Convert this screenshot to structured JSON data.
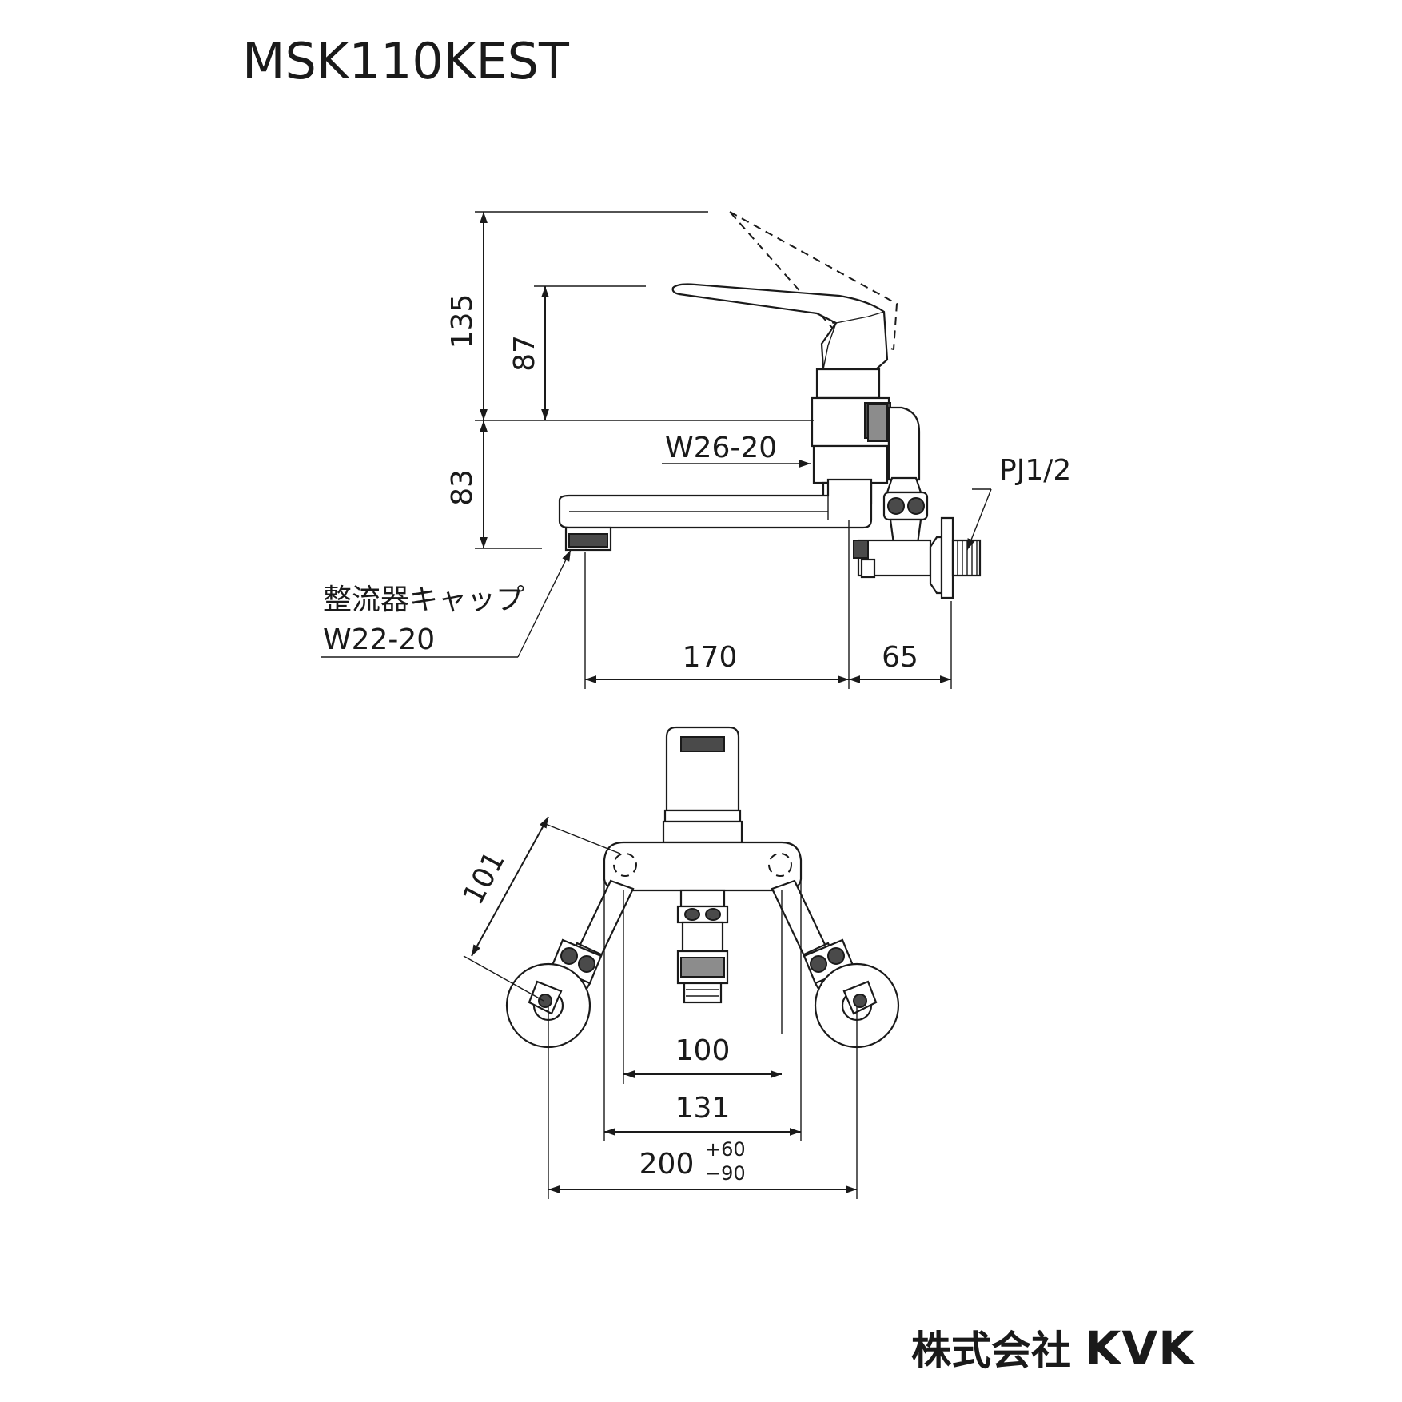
{
  "title": "MSK110KEST",
  "company": {
    "name_jp": "株式会社",
    "brand": "KVK"
  },
  "side_view": {
    "dim_135": "135",
    "dim_87": "87",
    "dim_83": "83",
    "dim_170": "170",
    "dim_65": "65",
    "thread_w26": "W26-20",
    "thread_pj": "PJ1/2",
    "aerator_label": "整流器キャップ",
    "aerator_thread": "W22-20"
  },
  "front_view": {
    "dim_101": "101",
    "dim_100": "100",
    "dim_131": "131",
    "dim_200": "200",
    "tol_plus": "+60",
    "tol_minus": "−90"
  }
}
